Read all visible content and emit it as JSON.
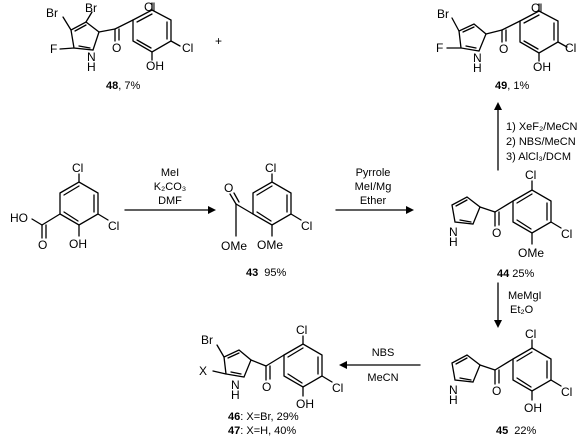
{
  "atoms": {
    "br": "Br",
    "cl": "Cl",
    "f": "F",
    "nh": "H",
    "n": "N",
    "o": "O",
    "oh": "OH",
    "ho": "HO",
    "ome": "OMe",
    "x": "X"
  },
  "conditions": {
    "methylation": [
      "MeI",
      "K₂CO₃",
      "DMF"
    ],
    "pyrrole_coupling": [
      "Pyrrole",
      "MeI/Mg",
      "Ether"
    ],
    "fluorination": [
      "1) XeF₂/MeCN",
      "2) NBS/MeCN",
      "3) AlCl₃/DCM"
    ],
    "demethylation": [
      "MeMgI",
      "Et₂O"
    ],
    "bromination": [
      "NBS",
      "MeCN"
    ]
  },
  "compounds": {
    "c43": {
      "num": "43",
      "yield": "95%"
    },
    "c44": {
      "num": "44",
      "yield": "25%"
    },
    "c45": {
      "num": "45",
      "yield": "22%"
    },
    "c46": {
      "num": "46",
      "desc": ": X=Br, 29%"
    },
    "c47": {
      "num": "47",
      "desc": ": X=H, 40%"
    },
    "c48": {
      "num": "48",
      "yield": ", 7%"
    },
    "c49": {
      "num": "49",
      "yield": ", 1%"
    }
  },
  "plus": "+"
}
